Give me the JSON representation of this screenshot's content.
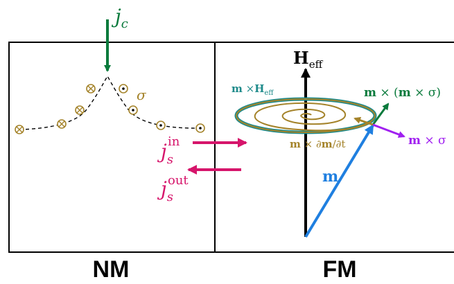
{
  "labels": {
    "nm": "NM",
    "fm": "FM",
    "jc_main": "j",
    "jc_sub": "c",
    "sigma": "σ",
    "js_main": "j",
    "js_sub": "s",
    "js_in_sup": "in",
    "js_out_sup": "out",
    "heff_main": "H",
    "heff_sub": "eff",
    "m_cross_heff_m": "m",
    "m_cross_heff_op": " ×",
    "m_cross_heff_h": "H",
    "m_cross_heff_sub": "eff",
    "m_cross_m_cross_sigma_a": "m",
    "m_cross_m_cross_sigma_b": " × (",
    "m_cross_m_cross_sigma_c": "m",
    "m_cross_m_cross_sigma_d": " × σ)",
    "damping_a": "m",
    "damping_b": " × ∂",
    "damping_c": "m",
    "damping_d": "/∂t",
    "m_cross_sigma_a": "m",
    "m_cross_sigma_b": " × σ",
    "m_vector": "m"
  },
  "colors": {
    "green": "#0a7a3c",
    "gold": "#a4832a",
    "magenta": "#d6156b",
    "teal": "#1e8a8a",
    "blue": "#1f7fe0",
    "purple": "#a020f0",
    "black": "#000000"
  }
}
